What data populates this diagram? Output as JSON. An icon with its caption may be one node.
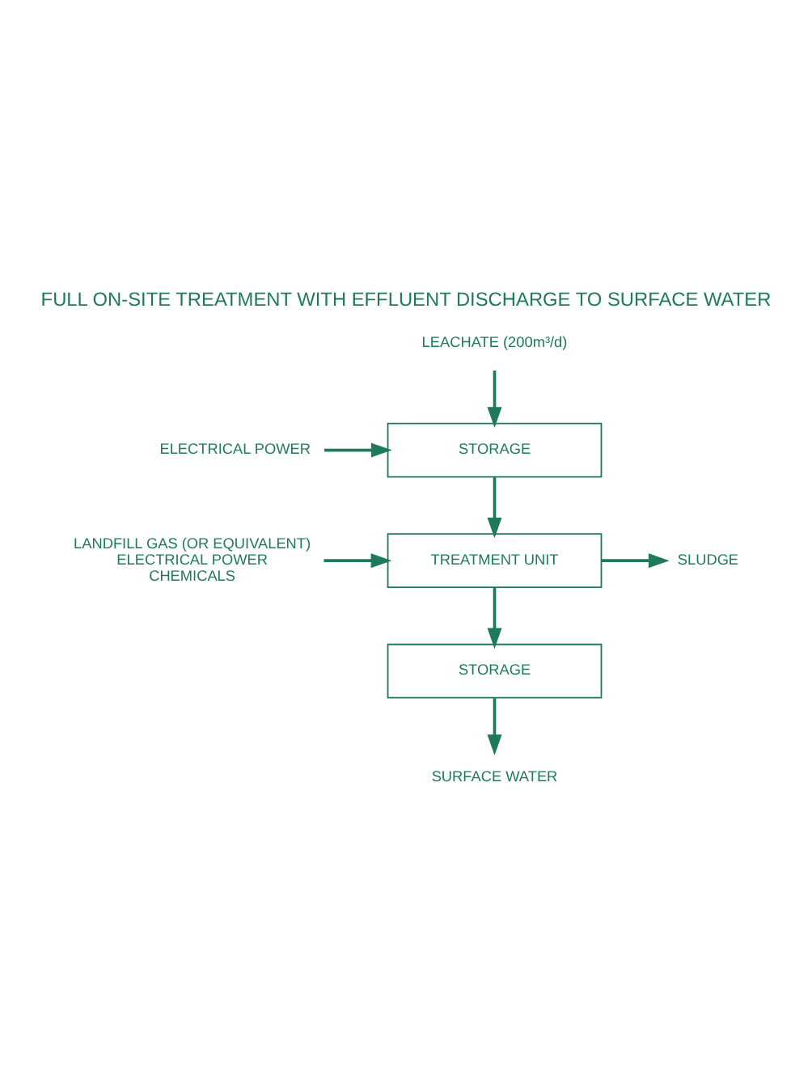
{
  "diagram": {
    "title": "FULL ON-SITE TREATMENT WITH EFFLUENT DISCHARGE TO SURFACE WATER",
    "nodes": [
      {
        "text": [
          "LEACHATE (200m³/d)"
        ]
      },
      {
        "text": [
          "ELECTRICAL POWER"
        ]
      },
      {
        "text": [
          "STORAGE"
        ]
      },
      {
        "text": [
          "LANDFILL GAS (OR EQUIVALENT)",
          "ELECTRICAL POWER",
          "CHEMICALS"
        ]
      },
      {
        "text": [
          "TREATMENT UNIT"
        ]
      },
      {
        "text": [
          "SLUDGE"
        ]
      },
      {
        "text": [
          "STORAGE"
        ]
      },
      {
        "text": [
          "SURFACE WATER"
        ]
      }
    ],
    "edges": [
      {
        "from": 0,
        "to": 2,
        "arrow": "to"
      },
      {
        "from": 1,
        "to": 2,
        "arrow": "to"
      },
      {
        "from": 2,
        "to": 4,
        "arrow": "to"
      },
      {
        "from": 3,
        "to": 4,
        "arrow": "to"
      },
      {
        "from": 4,
        "to": 5,
        "arrow": "to"
      },
      {
        "from": 4,
        "to": 6,
        "arrow": "to"
      },
      {
        "from": 6,
        "to": 7,
        "arrow": "to"
      }
    ]
  }
}
